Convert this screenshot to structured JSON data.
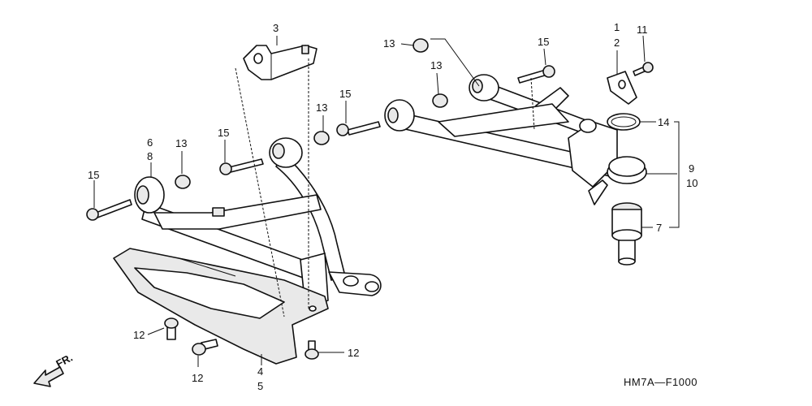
{
  "diagram": {
    "callouts": [
      {
        "id": "c1",
        "text": "1"
      },
      {
        "id": "c2",
        "text": "2"
      },
      {
        "id": "c3",
        "text": "3"
      },
      {
        "id": "c4",
        "text": "4"
      },
      {
        "id": "c5",
        "text": "5"
      },
      {
        "id": "c6",
        "text": "6"
      },
      {
        "id": "c7",
        "text": "7"
      },
      {
        "id": "c8",
        "text": "8"
      },
      {
        "id": "c9",
        "text": "9"
      },
      {
        "id": "c10",
        "text": "10"
      },
      {
        "id": "c11",
        "text": "11"
      },
      {
        "id": "c12a",
        "text": "12"
      },
      {
        "id": "c12b",
        "text": "12"
      },
      {
        "id": "c12c",
        "text": "12"
      },
      {
        "id": "c13a",
        "text": "13"
      },
      {
        "id": "c13b",
        "text": "13"
      },
      {
        "id": "c13c",
        "text": "13"
      },
      {
        "id": "c13d",
        "text": "13"
      },
      {
        "id": "c14",
        "text": "14"
      },
      {
        "id": "c15a",
        "text": "15"
      },
      {
        "id": "c15b",
        "text": "15"
      },
      {
        "id": "c15c",
        "text": "15"
      },
      {
        "id": "c15d",
        "text": "15"
      }
    ],
    "direction_label": "FR.",
    "figure_code": "HM7A—F1000"
  }
}
